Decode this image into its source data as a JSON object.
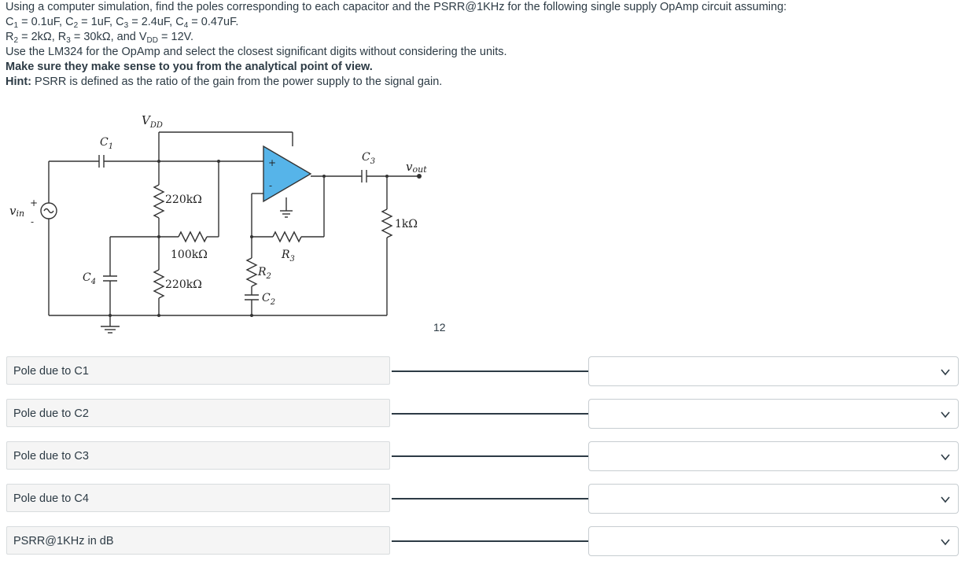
{
  "question": {
    "line1": "Using a computer simulation, find the poles corresponding to each capacitor and the PSRR@1KHz for the following single supply OpAmp circuit assuming:",
    "caps": {
      "c1_label": "C",
      "c1_sub": "1",
      "c1_val": " = 0.1uF, ",
      "c2_label": "C",
      "c2_sub": "2",
      "c2_val": " = 1uF, ",
      "c3_label": "C",
      "c3_sub": "3",
      "c3_val": " = 2.4uF, ",
      "c4_label": "C",
      "c4_sub": "4",
      "c4_val": " = 0.47uF."
    },
    "res": {
      "r2_label": "R",
      "r2_sub": "2",
      "r2_val": " = 2kΩ, ",
      "r3_label": "R",
      "r3_sub": "3",
      "r3_val": " = 30kΩ, and ",
      "vdd_label": "V",
      "vdd_sub": "DD",
      "vdd_val": " = 12V."
    },
    "line4": "Use the LM324 for the OpAmp and select the closest significant digits without considering the units.",
    "line5": "Make sure they make sense to you from the analytical point of view.",
    "hint_label": "Hint:",
    "hint_text": " PSRR is defined as the ratio of the gain from the power supply to the signal gain."
  },
  "circuit": {
    "vdd": "V",
    "vdd_sub": "DD",
    "c1": "C",
    "c1_sub": "1",
    "c3": "C",
    "c3_sub": "3",
    "vout": "v",
    "vout_sub": "out",
    "vin": "v",
    "vin_sub": "in",
    "r220_top": "220kΩ",
    "r100": "100kΩ",
    "r3": "R",
    "r3_sub": "3",
    "r2": "R",
    "r2_sub": "2",
    "c4": "C",
    "c4_sub": "4",
    "r220_bot": "220kΩ",
    "c2": "C",
    "c2_sub": "2",
    "r1k": "1kΩ",
    "plus": "+",
    "minus": "-"
  },
  "page_number": "12",
  "matching": [
    {
      "prompt": "Pole due to C1",
      "selected": ""
    },
    {
      "prompt": "Pole due to C2",
      "selected": ""
    },
    {
      "prompt": "Pole due to C3",
      "selected": ""
    },
    {
      "prompt": "Pole due to C4",
      "selected": ""
    },
    {
      "prompt": "PSRR@1KHz in dB",
      "selected": ""
    }
  ],
  "icons": {
    "dropdown": "chevron-down-icon",
    "source": "ac-source-icon"
  }
}
